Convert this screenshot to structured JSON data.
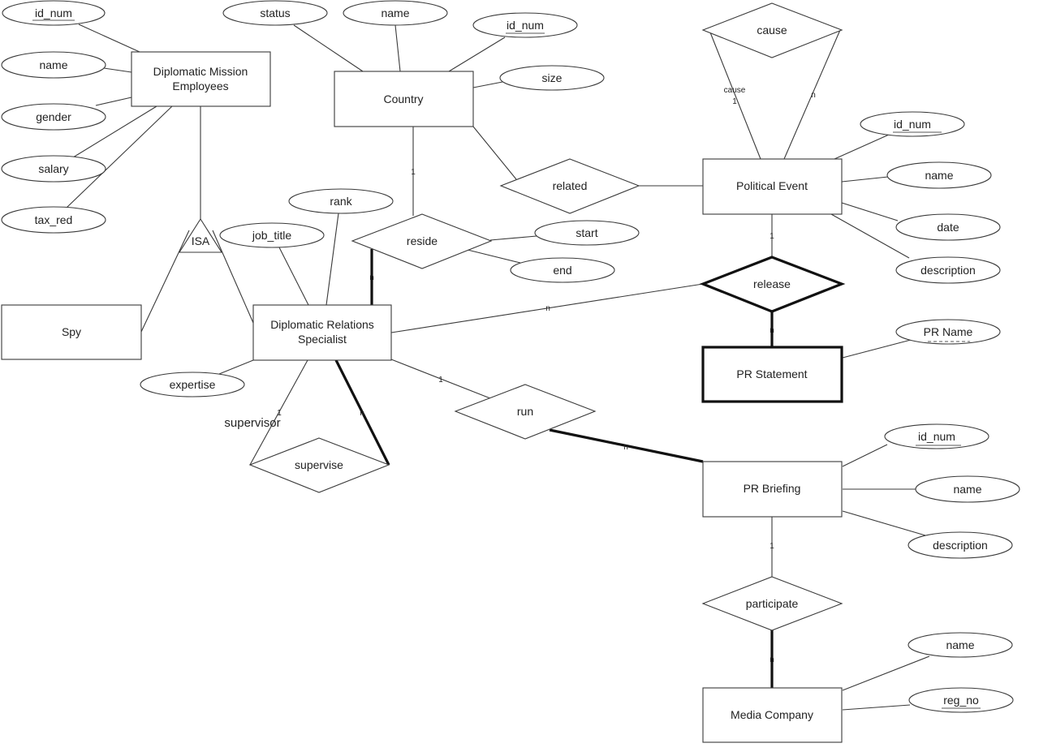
{
  "entities": {
    "dme_line1": "Diplomatic Mission",
    "dme_line2": "Employees",
    "country": "Country",
    "political_event": "Political Event",
    "spy": "Spy",
    "drs_line1": "Diplomatic Relations",
    "drs_line2": "Specialist",
    "pr_statement": "PR Statement",
    "pr_briefing": "PR Briefing",
    "media_company": "Media Company"
  },
  "relationships": {
    "cause": "cause",
    "related": "related",
    "reside": "reside",
    "release": "release",
    "run": "run",
    "supervise": "supervise",
    "participate": "participate",
    "isa": "ISA"
  },
  "attributes": {
    "dme_id_num": "id_num",
    "dme_name": "name",
    "dme_gender": "gender",
    "dme_salary": "salary",
    "dme_tax_red": "tax_red",
    "country_status": "status",
    "country_name": "name",
    "country_id_num": "id_num",
    "country_size": "size",
    "pe_id_num": "id_num",
    "pe_name": "name",
    "pe_date": "date",
    "pe_description": "description",
    "drs_rank": "rank",
    "drs_job_title": "job_title",
    "drs_expertise": "expertise",
    "reside_start": "start",
    "reside_end": "end",
    "prs_pr_name": "PR Name",
    "prb_id_num": "id_num",
    "prb_name": "name",
    "prb_description": "description",
    "mc_name": "name",
    "mc_reg_no": "reg_no"
  },
  "cardinalities": {
    "cause_left_role": "cause",
    "cause_left": "1",
    "cause_right": "n",
    "country_reside": "1",
    "drs_reside": "n",
    "drs_release": "n",
    "pe_release": "1",
    "prs_release": "n",
    "drs_run": "1",
    "prb_run": "n",
    "supervise_left": "1",
    "supervise_right": "n",
    "prb_participate": "1",
    "mc_participate": "n"
  },
  "roles": {
    "supervisor": "supervisor"
  }
}
